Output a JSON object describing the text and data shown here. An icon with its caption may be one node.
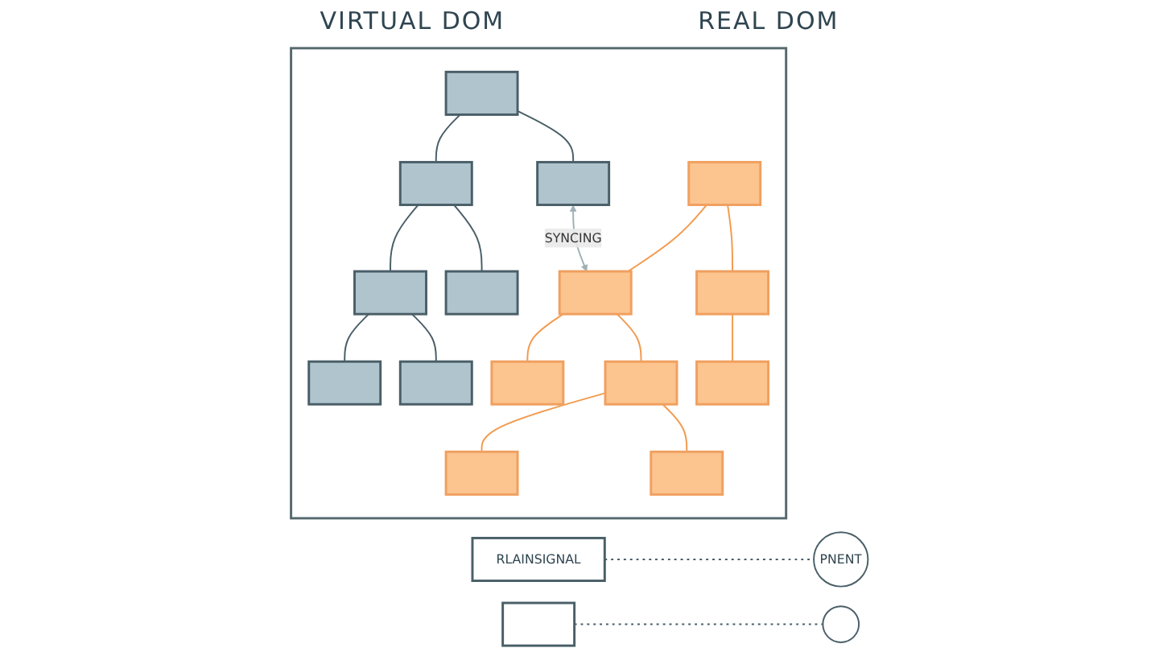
{
  "diagram": {
    "nodes": [
      {
        "text": [],
        "shape": "box"
      },
      {
        "text": [],
        "shape": "box",
        "in": 0
      },
      {
        "text": [],
        "shape": "box",
        "in": 0
      },
      {
        "text": [],
        "shape": "box",
        "in": 0
      },
      {
        "text": [],
        "shape": "box",
        "in": 0
      },
      {
        "text": [],
        "shape": "box",
        "in": 0
      },
      {
        "text": [],
        "shape": "box",
        "in": 0
      },
      {
        "text": [],
        "shape": "box",
        "in": 0
      },
      {
        "text": [],
        "shape": "box",
        "in": 0
      },
      {
        "text": [],
        "shape": "box",
        "in": 0
      },
      {
        "text": [],
        "shape": "box",
        "in": 0
      },
      {
        "text": [],
        "shape": "box",
        "in": 0
      },
      {
        "text": [],
        "shape": "box",
        "in": 0
      },
      {
        "text": [],
        "shape": "box",
        "in": 0
      },
      {
        "text": [],
        "shape": "box",
        "in": 0
      },
      {
        "text": [],
        "shape": "box",
        "in": 0
      },
      {
        "text": [
          "RLAINSIGNAL"
        ]
      },
      {
        "text": [
          "PNENT"
        ]
      },
      {
        "text": [],
        "shape": "box"
      },
      {
        "text": [],
        "shape": "circle"
      }
    ],
    "edges": [
      {
        "from": 3,
        "to": 9,
        "arrow": "both",
        "label": "SYNCING",
        "color": "#9fb0b5"
      },
      {
        "from": 1,
        "to": 2,
        "arrow": "none"
      },
      {
        "from": 1,
        "to": 3,
        "arrow": "none"
      },
      {
        "from": 2,
        "to": 4,
        "arrow": "none"
      },
      {
        "from": 2,
        "to": 5,
        "arrow": "none"
      },
      {
        "from": 5,
        "to": 6,
        "arrow": "none"
      },
      {
        "from": 5,
        "to": 7,
        "arrow": "none"
      },
      {
        "from": 8,
        "to": 9,
        "arrow": "none",
        "color": "#f29b4f"
      },
      {
        "from": 8,
        "to": 10,
        "arrow": "none",
        "color": "#f29b4f"
      },
      {
        "from": 9,
        "to": 11,
        "arrow": "none",
        "color": "#f29b4f"
      },
      {
        "from": 9,
        "to": 12,
        "arrow": "none",
        "color": "#f29b4f"
      },
      {
        "from": 10,
        "to": 13,
        "arrow": "none",
        "color": "#f29b4f"
      },
      {
        "from": 12,
        "to": 14,
        "arrow": "none",
        "color": "#f29b4f"
      },
      {
        "from": 12,
        "to": 15,
        "arrow": "none",
        "color": "#f29b4f"
      },
      {
        "from": 16,
        "to": 17,
        "arrow": "none",
        "style": "dashed"
      },
      {
        "from": 18,
        "to": 19,
        "arrow": "none",
        "style": "dashed"
      }
    ],
    "labels": [
      "VIRTUAL DOM",
      "REAL DOM"
    ]
  }
}
